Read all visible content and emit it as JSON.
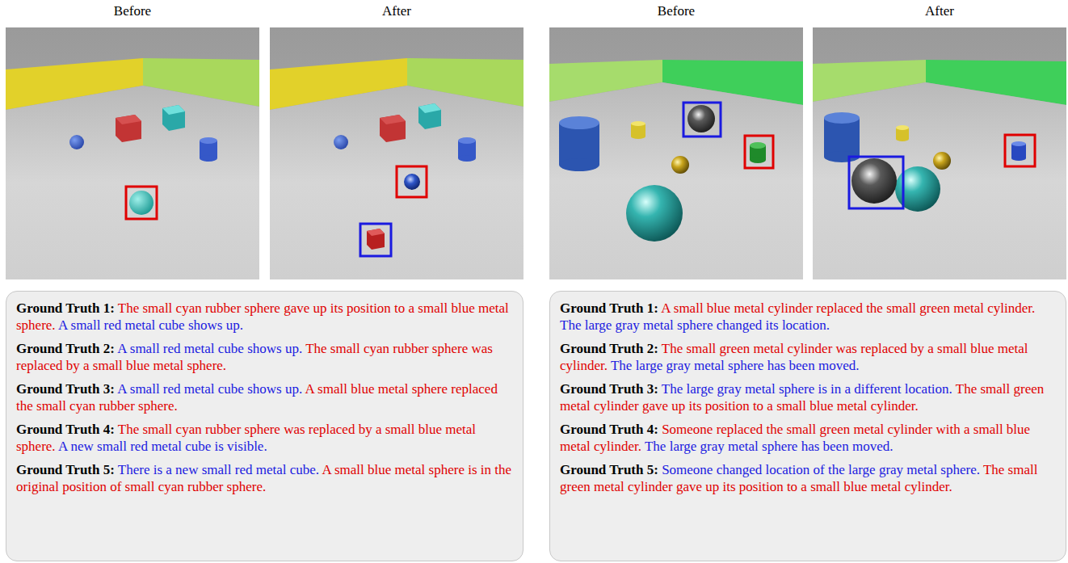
{
  "diagram": {
    "nodes": [
      {
        "text": [
          "Ground Truth 1:",
          "The small cyan rubber sphere gave up its position to a small blue metal sphere.",
          "A small red metal cube shows up.",
          "Ground Truth 2:",
          "A small red metal cube shows up.",
          "The small cyan rubber sphere was replaced by a small blue metal sphere.",
          "Ground Truth 3:",
          "A small red metal cube shows up.",
          "A small blue metal sphere replaced the small cyan rubber sphere.",
          "Ground Truth 4:",
          "The small cyan rubber sphere was replaced by a small blue metal sphere.",
          "A new small red metal cube is visible.",
          "Ground Truth 5:",
          "There is a new small red metal cube.",
          "A small blue metal sphere is in the original position of small cyan rubber sphere."
        ]
      },
      {
        "text": [
          "Ground Truth 1:",
          "A small blue metal cylinder replaced the small green metal cylinder.",
          "The large gray metal sphere changed its location.",
          "Ground Truth 2:",
          "The small green metal cylinder was replaced by a small blue metal cylinder.",
          "The large gray metal sphere has been moved.",
          "Ground Truth 3:",
          "The large gray metal sphere is in a different location.",
          "The small green metal cylinder gave up its position to a small blue metal cylinder.",
          "Ground Truth 4:",
          "Someone replaced the small green metal cylinder with a small blue metal cylinder.",
          "The large gray metal sphere has been moved.",
          "Ground Truth 5:",
          "Someone changed location of the large gray metal sphere.",
          "The small green metal cylinder gave up its position to a small blue metal cylinder."
        ]
      }
    ],
    "labels": [
      "Before",
      "After",
      "Before",
      "After"
    ]
  }
}
